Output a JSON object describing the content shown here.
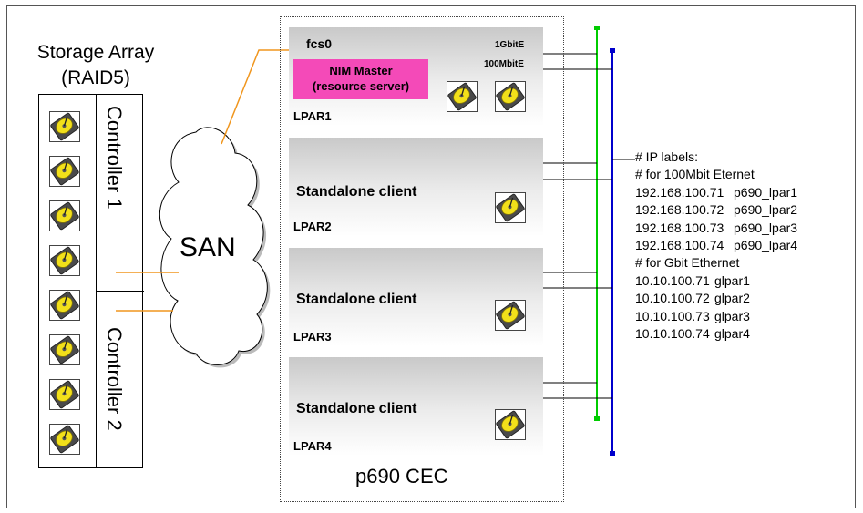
{
  "storage": {
    "title_line1": "Storage Array",
    "title_line2": "(RAID5)",
    "controller1": "Controller 1",
    "controller2": "Controller 2",
    "disk_count": 8,
    "disk_icon": "hard-disk-icon"
  },
  "san": {
    "label": "SAN"
  },
  "cec": {
    "label": "p690 CEC",
    "lpars": [
      {
        "name": "LPAR1",
        "adapter": "fcs0",
        "role_line1": "NIM Master",
        "role_line2": "(resource server)",
        "net1": "1GbitE",
        "net2": "100MbitE"
      },
      {
        "name": "LPAR2",
        "role": "Standalone client"
      },
      {
        "name": "LPAR3",
        "role": "Standalone client"
      },
      {
        "name": "LPAR4",
        "role": "Standalone client"
      }
    ]
  },
  "colors": {
    "gbit": "#00cc00",
    "mbit": "#0000cc",
    "san_link": "#f0961e",
    "nim": "#f44ab8"
  },
  "ip_labels": {
    "header": "# IP labels:",
    "section1": "# for 100Mbit Eternet",
    "mbit": [
      {
        "ip": "192.168.100.71",
        "host": "p690_lpar1"
      },
      {
        "ip": "192.168.100.72",
        "host": "p690_lpar2"
      },
      {
        "ip": "192.168.100.73",
        "host": "p690_lpar3"
      },
      {
        "ip": "192.168.100.74",
        "host": "p690_lpar4"
      }
    ],
    "section2": "# for Gbit Ethernet",
    "gbit": [
      {
        "ip": "10.10.100.71",
        "host": "glpar1"
      },
      {
        "ip": "10.10.100.72",
        "host": "glpar2"
      },
      {
        "ip": "10.10.100.73",
        "host": "glpar3"
      },
      {
        "ip": "10.10.100.74",
        "host": "glpar4"
      }
    ]
  }
}
